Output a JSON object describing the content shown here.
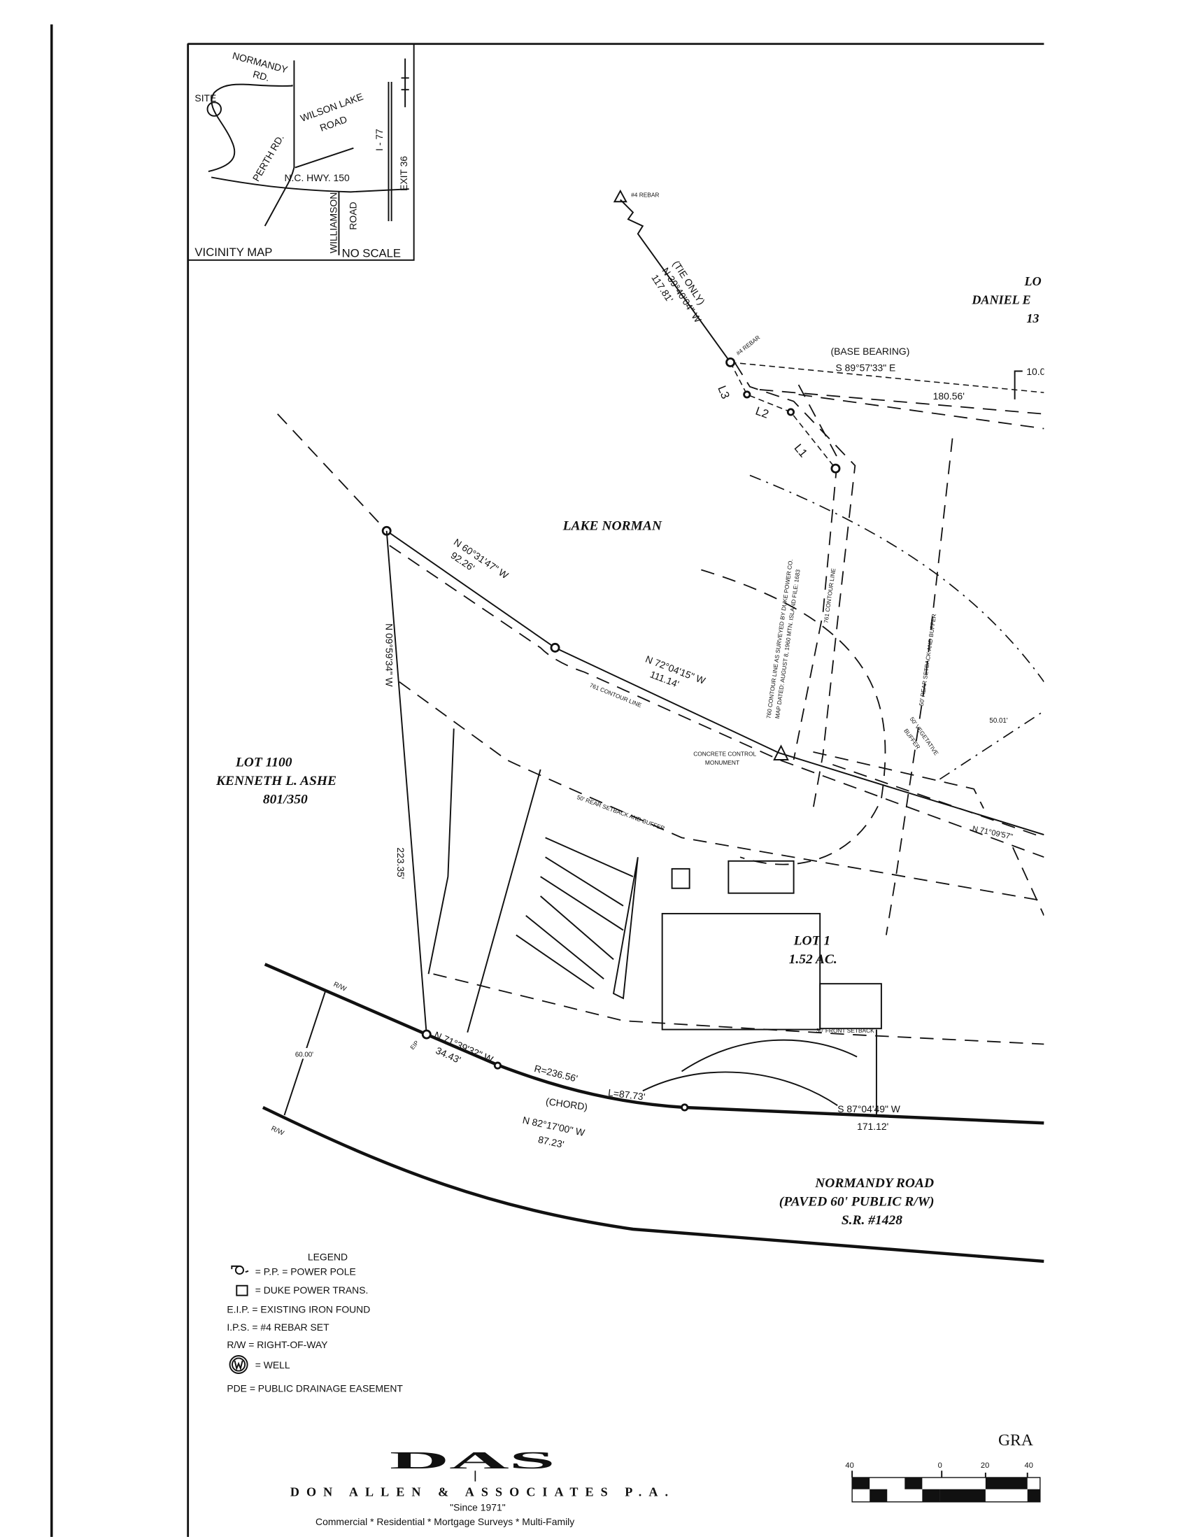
{
  "vicinity_map": {
    "roads": [
      "NORMANDY",
      "RD.",
      "WILSON LAKE",
      "ROAD",
      "PERTH RD.",
      "N.C. HWY. 150",
      "WILLIAMSON",
      "ROAD",
      "I - 77",
      "EXIT 36"
    ],
    "site_label": "SITE",
    "title": "VICINITY MAP",
    "scale_note": "NO SCALE"
  },
  "survey": {
    "tie_rebar": "#4 REBAR",
    "tie_only": "(TIE ONLY)",
    "tie_bearing": "N 39°40'04\" W",
    "tie_distance": "117.81'",
    "corner_rebar": "#4 REBAR",
    "base_bearing_label": "(BASE BEARING)",
    "base_bearing": "S 89°57'33\" E",
    "base_distance": "180.56'",
    "offset_partial": "10.0",
    "lines": [
      "L3",
      "L2",
      "L1"
    ],
    "adjoining_lot_partial": [
      "LO",
      "DANIEL E",
      "13"
    ],
    "lake": "LAKE NORMAN",
    "course1_bearing": "N 60°31'47\" W",
    "course1_distance": "92.26'",
    "course2_bearing": "N 72°04'15\" W",
    "course2_distance": "111.14'",
    "contour_761": "761 CONTOUR LINE",
    "west_bearing": "N 09°59'34\" W",
    "west_distance": "223.35'",
    "monument": [
      "CONCRETE CONTROL",
      "MONUMENT"
    ],
    "contour_760": [
      "760 CONTOUR LINE AS SURVEYED BY DUKE POWER CO.",
      "MAP DATED: AUGUST 8, 1960 MTN. ISLAND FILE: 1683"
    ],
    "contour_761_vertical": "761 CONTOUR LINE",
    "rear_setback_vertical": "50' REAR SETBACK AND BUFFER",
    "vegetative_buffer": [
      "50' VEGETATIVE",
      "BUFFER"
    ],
    "buffer_distance": "50.01'",
    "rear_setback": "50' REAR SETBACK AND BUFFER",
    "east_bearing_partial": "N 71°09'57\"",
    "adjoining_lot": [
      "LOT 1100",
      "KENNETH L. ASHE",
      "801/350"
    ],
    "lot": [
      "LOT 1",
      "1.52 AC."
    ],
    "front_setback": "30' FRONT SETBACK",
    "rw": "R/W",
    "row_width": "60.00'",
    "eip": "EIP",
    "road_bearing": "N 71°39'32\" W",
    "road_distance": "34.43'",
    "curve_radius": "R=236.56'",
    "curve_length": "L=87.73'",
    "chord": "(CHORD)",
    "chord_bearing": "N 82°17'00\" W",
    "chord_distance": "87.23'",
    "south_bearing": "S 87°04'49\" W",
    "south_distance": "171.12'",
    "road_name": [
      "NORMANDY ROAD",
      "(PAVED 60' PUBLIC R/W)",
      "S.R. #1428"
    ]
  },
  "legend": {
    "title": "LEGEND",
    "items": [
      {
        "symbol": "power-pole",
        "text": "= P.P. = POWER POLE"
      },
      {
        "symbol": "square",
        "text": "= DUKE POWER TRANS."
      },
      {
        "symbol": "",
        "text": "E.I.P. = EXISTING IRON FOUND"
      },
      {
        "symbol": "",
        "text": "I.P.S. = #4 REBAR SET"
      },
      {
        "symbol": "",
        "text": "R/W = RIGHT-OF-WAY"
      },
      {
        "symbol": "well",
        "text": "= WELL"
      },
      {
        "symbol": "",
        "text": "PDE = PUBLIC DRAINAGE EASEMENT"
      }
    ]
  },
  "company": {
    "logo": "DAS",
    "name": "DON ALLEN & ASSOCIATES P.A.",
    "since": "\"Since 1971\"",
    "services": "Commercial * Residential * Mortgage Surveys * Multi-Family"
  },
  "graphic_scale": {
    "title_partial": "GRA",
    "ticks": [
      "40",
      "0",
      "20",
      "40"
    ]
  }
}
